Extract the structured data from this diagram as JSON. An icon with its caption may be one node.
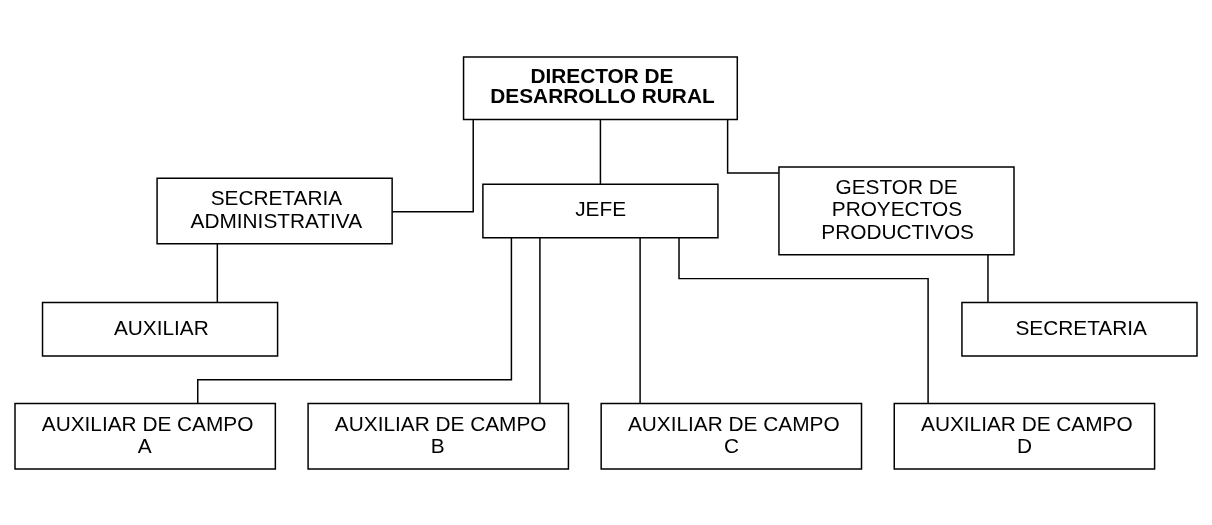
{
  "diagram": {
    "nodes": [
      {
        "text": [
          "DIRECTOR DE DESARROLLO RURAL"
        ]
      },
      {
        "text": [
          "SECRETARIA ADMINISTRATIVA"
        ]
      },
      {
        "text": [
          "JEFE"
        ]
      },
      {
        "text": [
          "GESTOR DE PROYECTOS PRODUCTIVOS"
        ]
      },
      {
        "text": [
          "AUXILIAR"
        ]
      },
      {
        "text": [
          "SECRETARIA"
        ]
      },
      {
        "text": [
          "AUXILIAR DE CAMPO A"
        ]
      },
      {
        "text": [
          "AUXILIAR DE CAMPO B"
        ]
      },
      {
        "text": [
          "AUXILIAR DE CAMPO C"
        ]
      },
      {
        "text": [
          "AUXILIAR DE CAMPO D"
        ]
      }
    ],
    "edges": [
      {
        "from": 0,
        "to": 1,
        "arrow": "none"
      },
      {
        "from": 0,
        "to": 2,
        "arrow": "none"
      },
      {
        "from": 0,
        "to": 3,
        "arrow": "none"
      },
      {
        "from": 1,
        "to": 4,
        "arrow": "none"
      },
      {
        "from": 3,
        "to": 5,
        "arrow": "none"
      },
      {
        "from": 2,
        "to": 6,
        "arrow": "none"
      },
      {
        "from": 2,
        "to": 7,
        "arrow": "none"
      },
      {
        "from": 2,
        "to": 8,
        "arrow": "none"
      },
      {
        "from": 2,
        "to": 9,
        "arrow": "none"
      }
    ]
  }
}
